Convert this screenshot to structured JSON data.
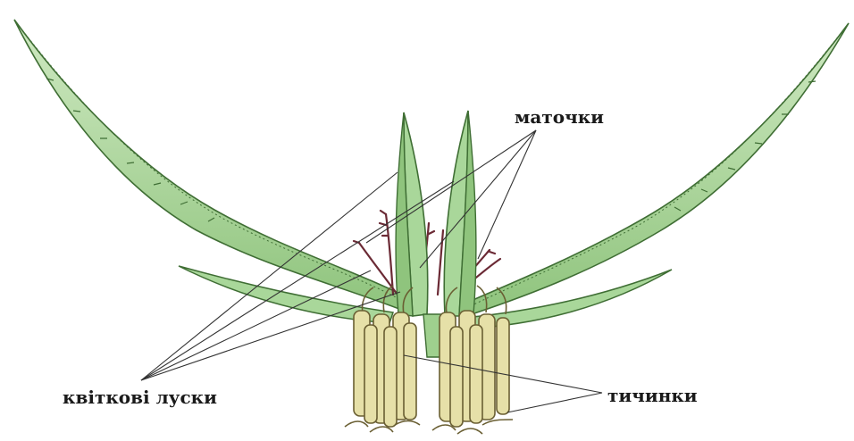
{
  "labels": {
    "pistils": "маточки",
    "glumes": "квіткові луски",
    "stamens": "тичинки"
  },
  "colors": {
    "background": "#ffffff",
    "leaf_fill": "#a9d79a",
    "leaf_light": "#cfe9c2",
    "leaf_dark": "#3f6e34",
    "stigma": "#6b2a35",
    "stamen_fill": "#e6e0a8",
    "stamen_outline": "#6a5f33",
    "leader_line": "#333333",
    "text": "#1a1a1a"
  }
}
